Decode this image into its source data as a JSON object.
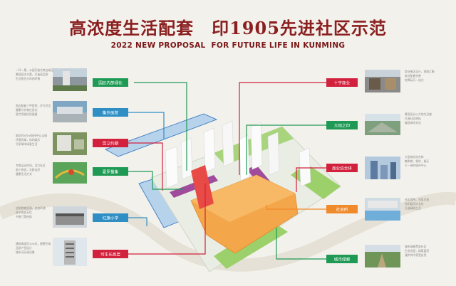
{
  "header": {
    "title": "高浓度生活配套　印1905先进社区示范",
    "subtitle": "2022 NEW PROPOSAL  FOR FUTURE LIFE IN KUNMING"
  },
  "colors": {
    "background": "#f3f1ec",
    "title": "#8a1f1f",
    "green": "#1f9a55",
    "red": "#d1213d",
    "blue": "#2f8fc4",
    "orange": "#f08a2b",
    "site_orange": "#f4a64a",
    "pool_blue": "#b7d3ec"
  },
  "left_labels": [
    {
      "id": "l1",
      "text": "园区内部绿化",
      "color": "#1f9a55",
      "desc": [
        "一环一景，公园开放式商业街区",
        "景观层次丰富，打造高品质",
        "生活居住与休闲环境"
      ]
    },
    {
      "id": "l2",
      "text": "集外医院",
      "color": "#2f8fc4",
      "desc": [
        "周边配套三甲医院，步行可达",
        "健康守护就在身边",
        "医疗资源优质便捷"
      ]
    },
    {
      "id": "l3",
      "text": "昆立约期",
      "color": "#d1213d",
      "desc": [
        "临近约8万㎡城市中心公园",
        "环境优美，休闲娱乐",
        "尽享城市绿意生活"
      ]
    },
    {
      "id": "l4",
      "text": "夏罗量集",
      "color": "#1f9a55",
      "desc": [
        "专属运动空间，活力社区",
        "老少皆宜，全龄友好",
        "健康生活方式"
      ]
    },
    {
      "id": "l5",
      "text": "红旗小学",
      "color": "#2f8fc4",
      "desc": [
        "优质教育资源，名校环绕",
        "孩子成长无忧",
        "书香门第启航"
      ]
    },
    {
      "id": "l6",
      "text": "可生长高层",
      "color": "#d1213d",
      "desc": [
        "建筑高度约100米，视野开阔",
        "品质户型设计",
        "城市天际线风景"
      ]
    }
  ],
  "right_labels": [
    {
      "id": "r1",
      "text": "十字商业",
      "color": "#d1213d",
      "desc": [
        "商业街区设计，潮流汇聚",
        "商业配套完善",
        "吃喝玩乐一站式"
      ]
    },
    {
      "id": "r2",
      "text": "大地之印",
      "color": "#1f9a55",
      "desc": [
        "景观设计以大地为灵感",
        "打造社区地标",
        "展现城市文化"
      ]
    },
    {
      "id": "r3",
      "text": "商业综合体",
      "color": "#d1213d",
      "desc": [
        "大型商业综合体",
        "集购物、餐饮、娱乐",
        "于一体的城市中心"
      ]
    },
    {
      "id": "r4",
      "text": "社会所",
      "color": "#f08a2b",
      "desc": [
        "社区会所，邻里交流",
        "休闲娱乐好去处",
        "打造精致生活"
      ]
    },
    {
      "id": "r5",
      "text": "城市绿廊",
      "color": "#1f9a55",
      "desc": [
        "城市绿廊贯穿社区",
        "生态宜居，绿意盎然",
        "漫步其中享受自然"
      ]
    }
  ]
}
